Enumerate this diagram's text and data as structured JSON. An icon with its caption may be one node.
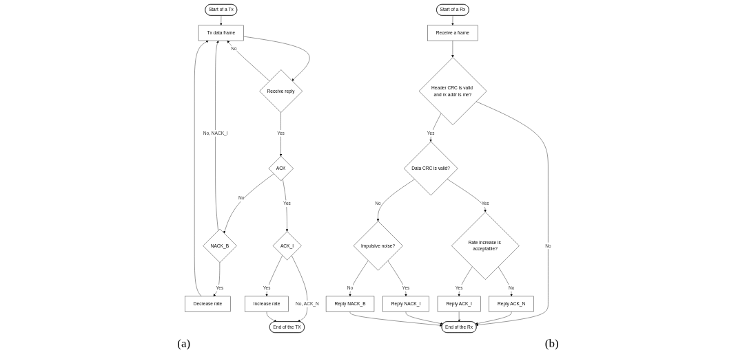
{
  "diagram": {
    "nodes": [
      {
        "text": [
          "Start of a Tx"
        ]
      },
      {
        "text": [
          "Tx data frame"
        ]
      },
      {
        "text": [
          "Receive reply"
        ]
      },
      {
        "text": [
          "ACK"
        ]
      },
      {
        "text": [
          "NACK_B"
        ]
      },
      {
        "text": [
          "ACK_I"
        ]
      },
      {
        "text": [
          "Decrease rate"
        ]
      },
      {
        "text": [
          "Increase rate"
        ]
      },
      {
        "text": [
          "End of the TX"
        ]
      },
      {
        "text": [
          "Start of a Rx"
        ]
      },
      {
        "text": [
          "Receive a frame"
        ]
      },
      {
        "text": [
          "Header CRC is valid and rx addr is me?"
        ]
      },
      {
        "text": [
          "Data CRC is valid?"
        ]
      },
      {
        "text": [
          "Impulsive noise?"
        ]
      },
      {
        "text": [
          "Rate increase is acceptable?"
        ]
      },
      {
        "text": [
          "Reply NACK_I"
        ]
      },
      {
        "text": [
          "Reply NACK_B"
        ]
      },
      {
        "text": [
          "Reply ACK_N"
        ]
      },
      {
        "text": [
          "Reply ACK_I"
        ]
      },
      {
        "text": [
          "End of the Rx"
        ]
      }
    ],
    "edges": [
      {
        "from": 0,
        "to": 1,
        "arrow": "to"
      },
      {
        "from": 2,
        "to": 1,
        "label": "No",
        "arrow": "to"
      },
      {
        "from": 1,
        "to": 2,
        "arrow": "to"
      },
      {
        "from": 2,
        "to": 3,
        "label": "Yes",
        "arrow": "to"
      },
      {
        "from": 3,
        "to": 4,
        "label": "No",
        "arrow": "to"
      },
      {
        "from": 4,
        "to": 1,
        "label": "No, NACK_I",
        "arrow": "to"
      },
      {
        "from": 3,
        "to": 5,
        "label": "Yes",
        "arrow": "to"
      },
      {
        "from": 4,
        "to": 6,
        "label": "Yes",
        "arrow": "to"
      },
      {
        "from": 6,
        "to": 1,
        "arrow": "to"
      },
      {
        "from": 5,
        "to": 7,
        "label": "Yes",
        "arrow": "to"
      },
      {
        "from": 5,
        "to": 8,
        "label": "No, ACK_N",
        "arrow": "to"
      },
      {
        "from": 7,
        "to": 8,
        "arrow": "to"
      },
      {
        "from": 9,
        "to": 10,
        "arrow": "to"
      },
      {
        "from": 10,
        "to": 11,
        "arrow": "to"
      },
      {
        "from": 11,
        "to": 12,
        "label": "Yes",
        "arrow": "to"
      },
      {
        "from": 11,
        "to": 19,
        "label": "No",
        "arrow": "to"
      },
      {
        "from": 12,
        "to": 13,
        "label": "No",
        "arrow": "to"
      },
      {
        "from": 12,
        "to": 14,
        "label": "Yes",
        "arrow": "to"
      },
      {
        "from": 13,
        "to": 15,
        "label": "Yes",
        "arrow": "to"
      },
      {
        "from": 13,
        "to": 16,
        "label": "No",
        "arrow": "to"
      },
      {
        "from": 14,
        "to": 17,
        "label": "No",
        "arrow": "to"
      },
      {
        "from": 14,
        "to": 18,
        "label": "Yes",
        "arrow": "to"
      },
      {
        "from": 17,
        "to": 19,
        "arrow": "to"
      },
      {
        "from": 18,
        "to": 19,
        "arrow": "to"
      },
      {
        "from": 15,
        "to": 19,
        "arrow": "to"
      },
      {
        "from": 16,
        "to": 19,
        "arrow": "to"
      }
    ],
    "labels": [
      "(a)",
      "(b)"
    ]
  }
}
